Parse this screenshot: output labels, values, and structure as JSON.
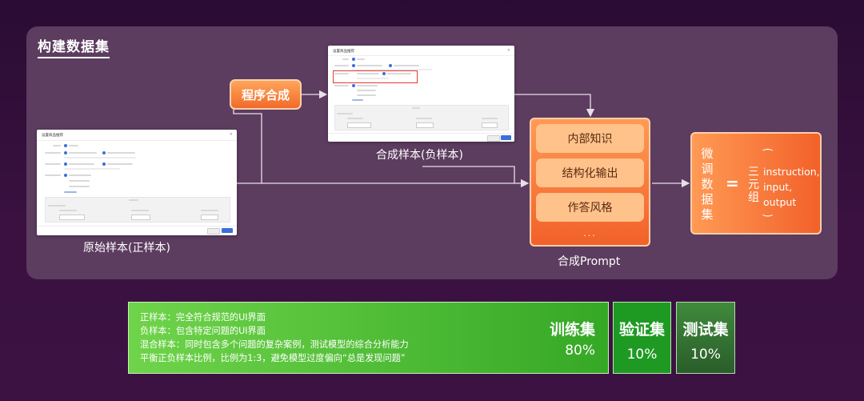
{
  "section_title": "构建数据集",
  "original_sample": {
    "dialog_title": "设置商品推荐",
    "caption": "原始样本(正样本)"
  },
  "synthetic_sample": {
    "dialog_title": "设置商品推荐",
    "caption": "合成样本(负样本)"
  },
  "program_synthesis_label": "程序合成",
  "prompt": {
    "items": [
      "内部知识",
      "结构化输出",
      "作答风格"
    ],
    "ellipsis": "...",
    "caption": "合成Prompt"
  },
  "result": {
    "vertical_label": "微调数据集",
    "equals": "=",
    "triple_label": "三元组",
    "fields": [
      "instruction,",
      "input,",
      "output"
    ]
  },
  "dataset_split": {
    "descriptions": [
      "正样本：完全符合规范的UI界面",
      "负样本：包含特定问题的UI界面",
      "混合样本：同时包含多个问题的复杂案例，测试模型的综合分析能力",
      "平衡正负样本比例，比例为1:3，避免模型过度偏向“总是发现问题”"
    ],
    "train": {
      "name": "训练集",
      "percent": "80%"
    },
    "validation": {
      "name": "验证集",
      "percent": "10%"
    },
    "test": {
      "name": "测试集",
      "percent": "10%"
    }
  },
  "colors": {
    "background": "#2a0c33",
    "panel": "#5c3c5f",
    "accent_orange": "#f26a2a",
    "train_green": "#35a826",
    "validation_green": "#1e9a22",
    "test_green": "#2a5d2a",
    "highlight_red": "#e53935"
  }
}
